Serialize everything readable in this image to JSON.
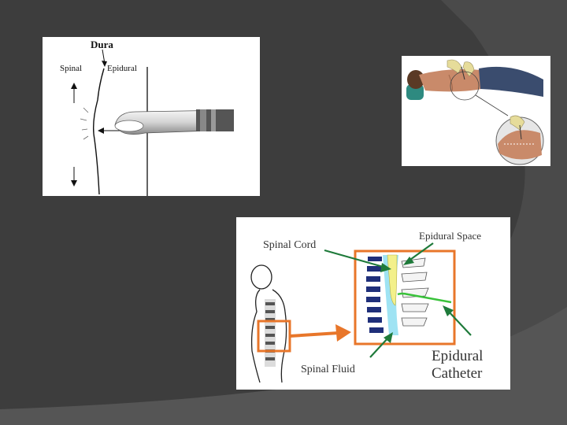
{
  "slide": {
    "background_color": "#3d3d3d",
    "accent_color": "#565656"
  },
  "dura_panel": {
    "label_dura": "Dura",
    "label_spinal": "Spinal",
    "label_epidural": "Epidural",
    "icons": [
      "needle-icon",
      "arrow-up-icon",
      "arrow-down-icon"
    ]
  },
  "patient_panel": {
    "icons": [
      "patient-lying-icon",
      "hands-icon",
      "magnified-back-icon"
    ]
  },
  "spine_panel": {
    "label_spinal_cord": "Spinal Cord",
    "label_epidural_space": "Epidural Space",
    "label_spinal_fluid": "Spinal Fluid",
    "label_epidural_catheter_line1": "Epidural",
    "label_epidural_catheter_line2": "Catheter",
    "colors": {
      "highlight_box": "#e8762a",
      "pointer_arrow": "#1e7a3a",
      "spinal_cord": "#f3f08a",
      "spinal_fluid": "#9fe3f3",
      "vertebra": "#1f2f7a",
      "catheter": "#39c23a"
    }
  }
}
